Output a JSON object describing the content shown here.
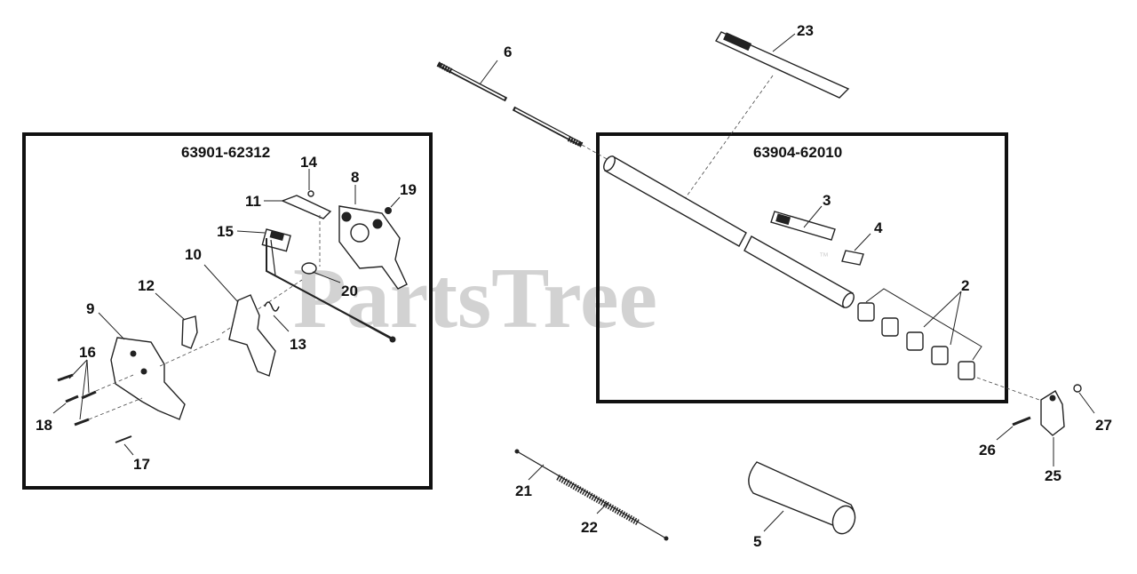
{
  "watermark": {
    "text": "PartsTree",
    "trademark": "™"
  },
  "kits": [
    {
      "id": "kit-left",
      "number": "63901-62312"
    },
    {
      "id": "kit-right",
      "number": "63904-62010"
    }
  ],
  "callouts": {
    "c2": "2",
    "c3": "3",
    "c4": "4",
    "c5": "5",
    "c6": "6",
    "c8": "8",
    "c9": "9",
    "c10": "10",
    "c11": "11",
    "c12": "12",
    "c13": "13",
    "c14": "14",
    "c15": "15",
    "c16": "16",
    "c17": "17",
    "c18": "18",
    "c19": "19",
    "c20": "20",
    "c21": "21",
    "c22": "22",
    "c23": "23",
    "c25": "25",
    "c26": "26",
    "c27": "27"
  }
}
